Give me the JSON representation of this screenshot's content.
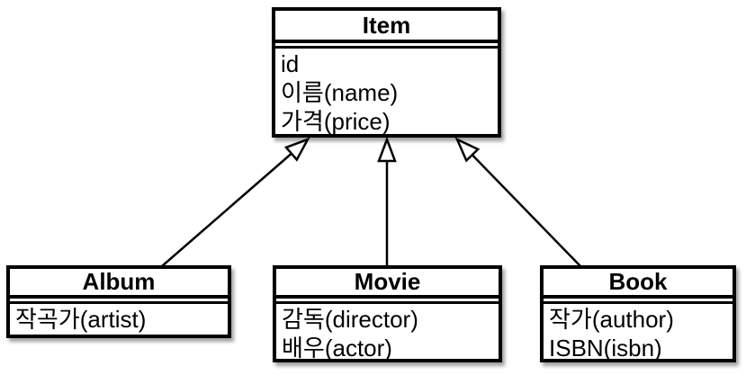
{
  "diagram": {
    "kind": "uml-class-diagram",
    "colors": {
      "border": "#000000",
      "fill": "#ffffff",
      "text": "#000000",
      "background": "#ffffff"
    },
    "classes": [
      {
        "id": "item",
        "name": "Item",
        "attributes": [
          "id",
          "이름(name)",
          "가격(price)"
        ]
      },
      {
        "id": "album",
        "name": "Album",
        "attributes": [
          "작곡가(artist)"
        ]
      },
      {
        "id": "movie",
        "name": "Movie",
        "attributes": [
          "감독(director)",
          "배우(actor)"
        ]
      },
      {
        "id": "book",
        "name": "Book",
        "attributes": [
          "작가(author)",
          "ISBN(isbn)"
        ]
      }
    ],
    "relationships": [
      {
        "from": "Album",
        "to": "Item",
        "type": "generalization"
      },
      {
        "from": "Movie",
        "to": "Item",
        "type": "generalization"
      },
      {
        "from": "Book",
        "to": "Item",
        "type": "generalization"
      }
    ]
  }
}
